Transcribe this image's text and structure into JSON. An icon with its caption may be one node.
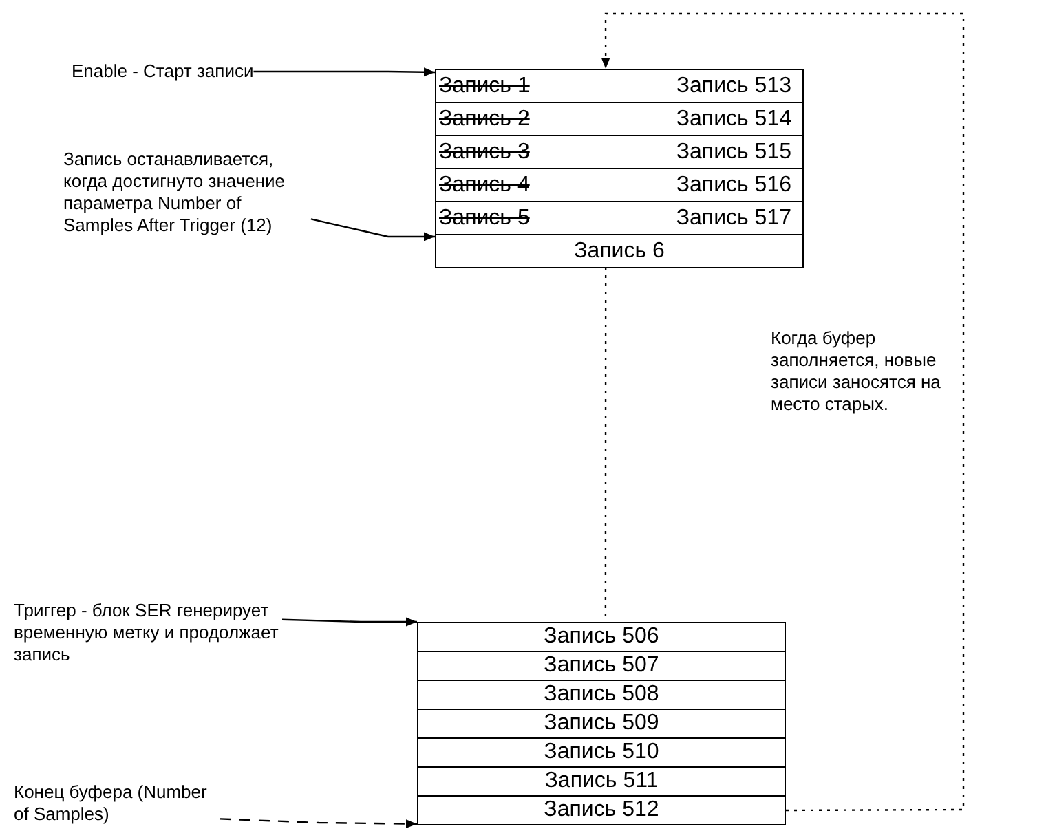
{
  "diagram": {
    "nodes": [
      {
        "text": [
          "Enable - Старт записи"
        ]
      },
      {
        "text": [
          "Запись 1",
          "Запись 513"
        ]
      },
      {
        "text": [
          "Запись 2",
          "Запись 514"
        ]
      },
      {
        "text": [
          "Запись 3",
          "Запись 515"
        ]
      },
      {
        "text": [
          "Запись 4",
          "Запись 516"
        ]
      },
      {
        "text": [
          "Запись 5",
          "Запись 517"
        ]
      },
      {
        "text": [
          "Запись 6"
        ]
      },
      {
        "text": [
          "Запись останавливается, когда достигнуто значение параметра Number of Samples After Trigger (12)"
        ]
      },
      {
        "text": [
          "Триггер - блок SER генерирует временную метку и продолжает запись"
        ]
      },
      {
        "text": [
          "Запись 506"
        ]
      },
      {
        "text": [
          "Запись 507"
        ]
      },
      {
        "text": [
          "Запись 508"
        ]
      },
      {
        "text": [
          "Запись 509"
        ]
      },
      {
        "text": [
          "Запись 510"
        ]
      },
      {
        "text": [
          "Запись 511"
        ]
      },
      {
        "text": [
          "Запись 512"
        ]
      },
      {
        "text": [
          "Конец буфера (Number of Samples)"
        ]
      }
    ],
    "edges": [
      {
        "from": 0,
        "to": 1,
        "arrow": "to"
      },
      {
        "from": 7,
        "to": 6,
        "arrow": "to"
      },
      {
        "from": 6,
        "to": 9,
        "arrow": "none",
        "style": "dashed"
      },
      {
        "from": 8,
        "to": 9,
        "arrow": "to"
      },
      {
        "from": 16,
        "to": 15,
        "arrow": "to",
        "style": "dashed"
      },
      {
        "from": 15,
        "to": 1,
        "arrow": "to",
        "style": "dashed"
      }
    ],
    "labels": [
      "Когда буфер заполняется, новые записи заносятся на место старых."
    ]
  }
}
